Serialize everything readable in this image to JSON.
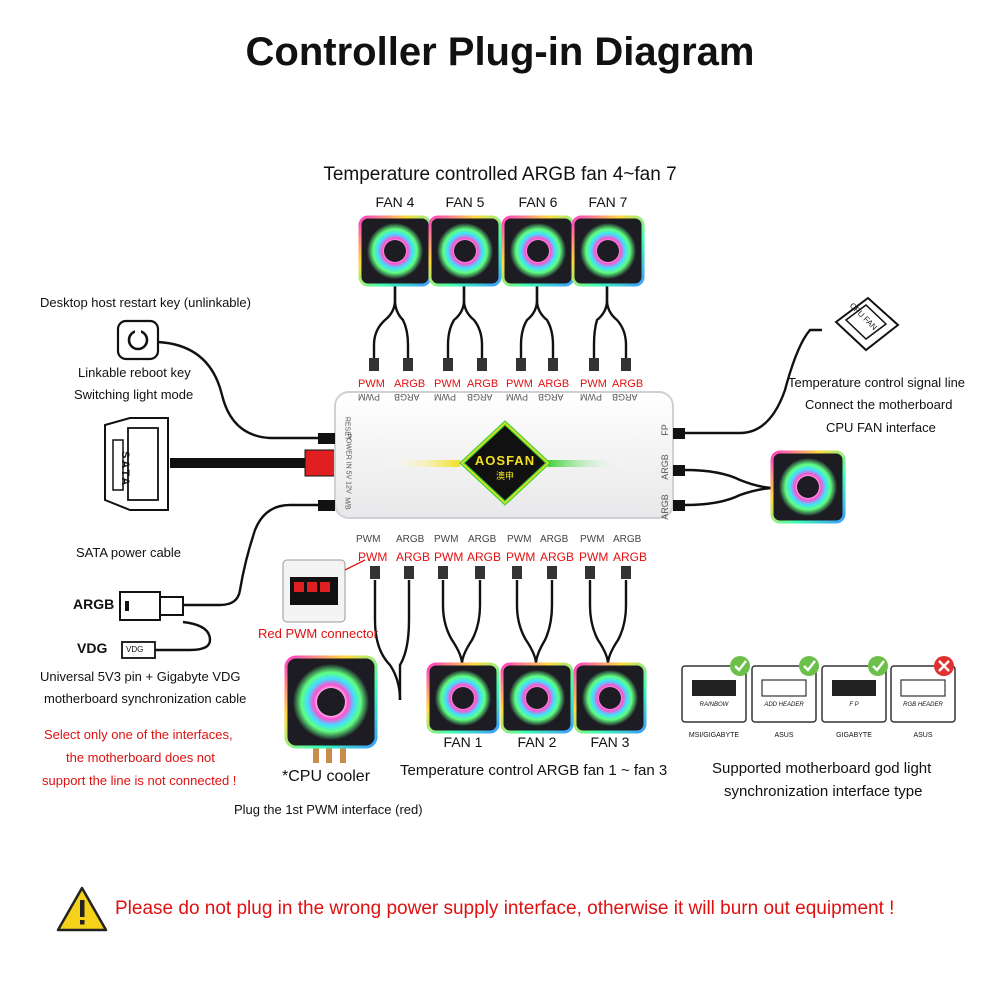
{
  "title": "Controller Plug-in Diagram",
  "top_group": {
    "caption": "Temperature controlled ARGB fan 4~fan 7",
    "fans": [
      "FAN 4",
      "FAN 5",
      "FAN 6",
      "FAN 7"
    ]
  },
  "bottom_group": {
    "caption": "Temperature control ARGB fan 1 ~ fan 3",
    "fans": [
      "FAN 1",
      "FAN 2",
      "FAN 3"
    ]
  },
  "controller": {
    "brand": "AOSFAN",
    "brand_cn": "澳申",
    "port_pwm": "PWM",
    "port_argb": "ARGB",
    "left_ports": [
      "RESET",
      "POWER IN 5V 12V",
      "M/B"
    ],
    "right_ports": [
      "FP",
      "ARGB",
      "ARGB"
    ]
  },
  "left_labels": {
    "restart_key": "Desktop host restart key (unlinkable)",
    "reboot_key_line1": "Linkable reboot key",
    "reboot_key_line2": "Switching light mode",
    "sata_plug": "SATA",
    "sata_cable": "SATA power cable",
    "argb_plug": "ARGB",
    "vdg_plug": "VDG",
    "vdg_tag": "VDG",
    "sync_line1": "Universal 5V3 pin + Gigabyte VDG",
    "sync_line2": "motherboard synchronization cable",
    "note_line1": "Select only one of the interfaces,",
    "note_line2": "the motherboard does not",
    "note_line3": "support the line is not connected !"
  },
  "cpu": {
    "red_pwm": "Red PWM connector",
    "cooler": "*CPU cooler",
    "plug_note": "Plug the 1st PWM interface (red)"
  },
  "right_labels": {
    "cpu_fan_tag": "CPU FAN",
    "signal_line1": "Temperature control signal line",
    "signal_line2": "Connect the motherboard",
    "signal_line3": "CPU FAN interface"
  },
  "sync_types": {
    "headers": [
      {
        "label": "MSI/GIGABYTE",
        "ok": true,
        "tag": "RAINBOW"
      },
      {
        "label": "ASUS",
        "ok": true,
        "tag": "ADD HEADER"
      },
      {
        "label": "GIGABYTE",
        "ok": true,
        "tag": "F P"
      },
      {
        "label": "ASUS",
        "ok": false,
        "tag": "RGB HEADER"
      }
    ],
    "caption_line1": "Supported motherboard god light",
    "caption_line2": "synchronization interface type"
  },
  "warning": "Please do not plug in the wrong power supply interface, otherwise it will burn out equipment !",
  "colors": {
    "accent_red": "#e01010",
    "ok_green": "#6cc04a",
    "bad_red": "#e03030",
    "logo_green": "#3fd03a",
    "logo_yellow": "#f0e020"
  }
}
